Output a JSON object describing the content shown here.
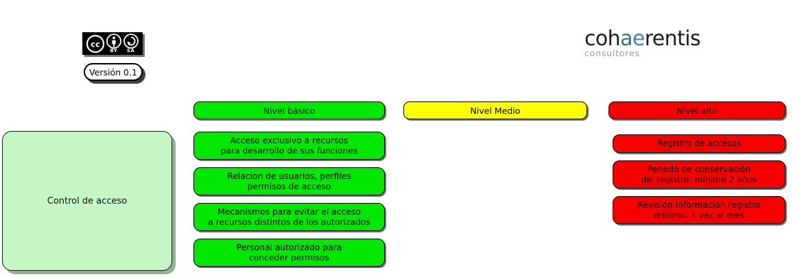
{
  "license_badge": {
    "name": "cc-by-sa",
    "cc_label": "CC",
    "by_label": "BY",
    "sa_label": "SA"
  },
  "version": {
    "label": "Versión 0.1"
  },
  "logo": {
    "name_part1": "coh",
    "name_lig_a": "a",
    "name_lig_e": "e",
    "name_part2": "rentis",
    "subtitle": "consultores",
    "color_a": "#2f7d6e",
    "color_e": "#3f86b5"
  },
  "topic": {
    "label": "Control de acceso",
    "background": "#c4f7c4"
  },
  "levels": [
    {
      "id": "basico",
      "header": "Nivel básico",
      "color": "#00e800",
      "items": [
        "Acceso exclusivo a recursos\npara desarrollo de sus funciones",
        "Relacion de usuarios, perfiles\npermisos de acceso",
        "Mecanismos para evitar el acceso\na recursos distintos de los autorizados",
        "Personal autorizado para\nconceder permisos"
      ]
    },
    {
      "id": "medio",
      "header": "Nivel Medio",
      "color": "#ffff00",
      "items": []
    },
    {
      "id": "alto",
      "header": "Nivel alto",
      "color": "#f80000",
      "items": [
        "Registro de accesos",
        "Periodo de conservación\ndel registro: mínimo 2 años",
        "Revisión información registro\nmínimo: 1 vez al mes"
      ]
    }
  ]
}
